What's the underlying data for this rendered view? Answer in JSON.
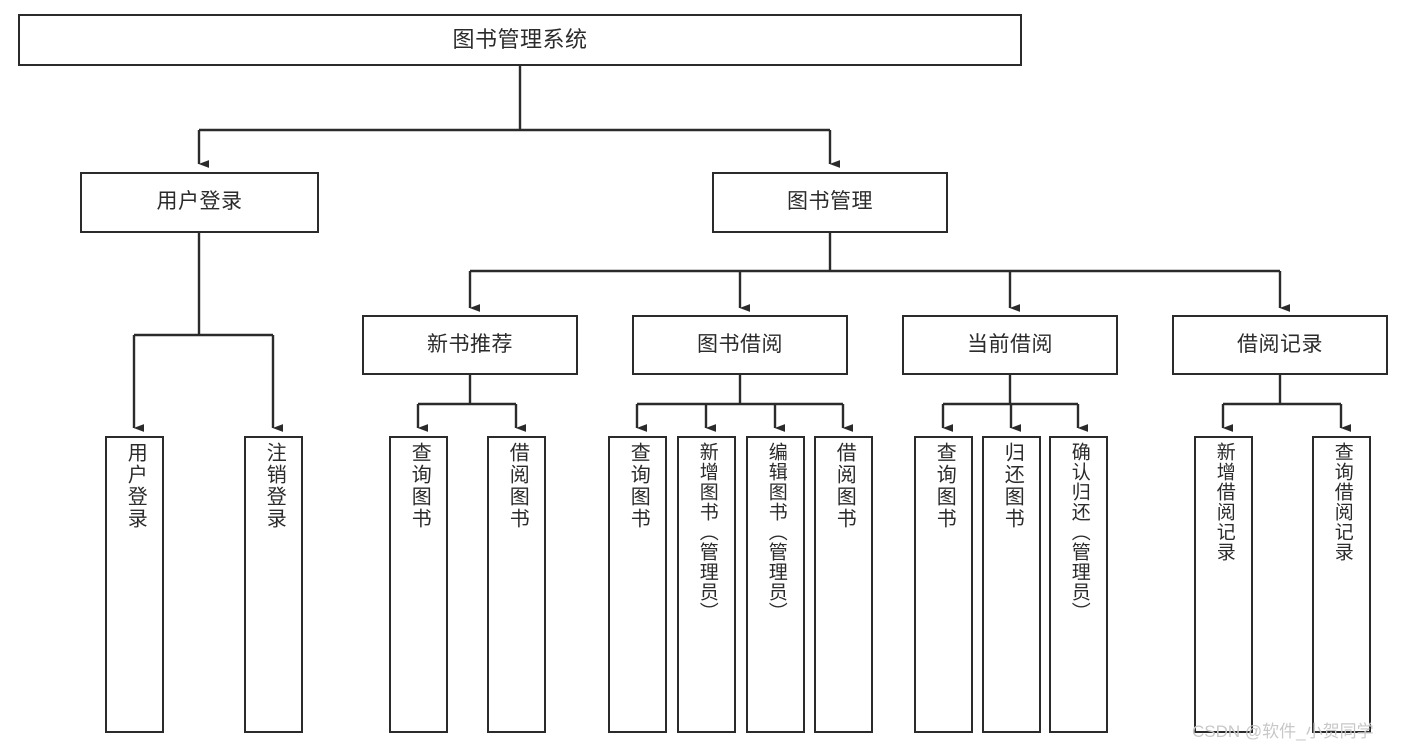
{
  "diagram": {
    "type": "tree-hierarchy",
    "title": "图书管理系统",
    "orientation": "top-down",
    "colors": {
      "box_border": "#2b2b2b",
      "box_fill": "#ffffff",
      "connector": "#2b2b2b",
      "background": "#ffffff",
      "watermark": "#c8c8c8"
    }
  },
  "nodes": {
    "root": {
      "label": "图书管理系统"
    },
    "level2": [
      {
        "id": "user-login",
        "label": "用户登录"
      },
      {
        "id": "book-management",
        "label": "图书管理"
      }
    ],
    "level3": [
      {
        "id": "new-book-recommend",
        "label": "新书推荐",
        "parent": "book-management"
      },
      {
        "id": "book-borrow",
        "label": "图书借阅",
        "parent": "book-management"
      },
      {
        "id": "current-borrow",
        "label": "当前借阅",
        "parent": "book-management"
      },
      {
        "id": "borrow-record",
        "label": "借阅记录",
        "parent": "book-management"
      }
    ],
    "leaves": {
      "user_login": [
        {
          "id": "leaf-user-login",
          "label": "用户登录"
        },
        {
          "id": "leaf-logout-login",
          "label": "注销登录"
        }
      ],
      "new_book_recommend": [
        {
          "id": "leaf-query-book-1",
          "label": "查询图书"
        },
        {
          "id": "leaf-borrow-book-1",
          "label": "借阅图书"
        }
      ],
      "book_borrow": [
        {
          "id": "leaf-query-book-2",
          "label": "查询图书"
        },
        {
          "id": "leaf-add-book",
          "label": "新增图书（管理员）"
        },
        {
          "id": "leaf-edit-book",
          "label": "编辑图书（管理员）"
        },
        {
          "id": "leaf-borrow-book-2",
          "label": "借阅图书"
        }
      ],
      "current_borrow": [
        {
          "id": "leaf-query-book-3",
          "label": "查询图书"
        },
        {
          "id": "leaf-return-book",
          "label": "归还图书"
        },
        {
          "id": "leaf-confirm-return",
          "label": "确认归还（管理员）"
        }
      ],
      "borrow_record": [
        {
          "id": "leaf-add-record",
          "label": "新增借阅记录"
        },
        {
          "id": "leaf-query-record",
          "label": "查询借阅记录"
        }
      ]
    }
  },
  "watermark": {
    "text": "CSDN @软件_小贺同学"
  }
}
